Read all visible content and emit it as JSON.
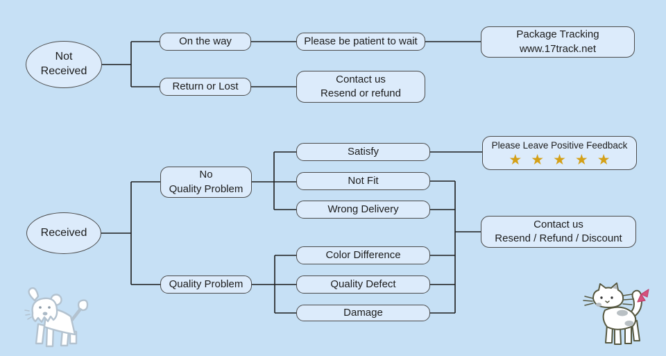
{
  "flowchart": {
    "not_received": "Not\nReceived",
    "received": "Received",
    "on_the_way": "On the way",
    "return_or_lost": "Return or Lost",
    "be_patient": "Please be patient to wait",
    "contact_resend_or_refund": "Contact us\nResend or refund",
    "package_tracking": "Package Tracking\nwww.17track.net",
    "no_quality_problem": "No\nQuality Problem",
    "quality_problem": "Quality Problem",
    "satisfy": "Satisfy",
    "not_fit": "Not Fit",
    "wrong_delivery": "Wrong Delivery",
    "color_difference": "Color Difference",
    "quality_defect": "Quality Defect",
    "damage": "Damage",
    "feedback_title": "Please Leave Positive Feedback",
    "feedback_star": "★",
    "star_count": 5,
    "contact_resend_refund_discount": "Contact us\nResend / Refund / Discount"
  },
  "decorations": {
    "dog_icon": "white-dog-doodle",
    "cat_icon": "white-cat-doodle-with-pink-bow"
  },
  "colors": {
    "background": "#c6e0f5",
    "node_fill": "#dcebfb",
    "node_border": "#4a4a4a",
    "line": "#1c1c1c",
    "star": "#d4a017",
    "text": "#1b1b1b"
  }
}
